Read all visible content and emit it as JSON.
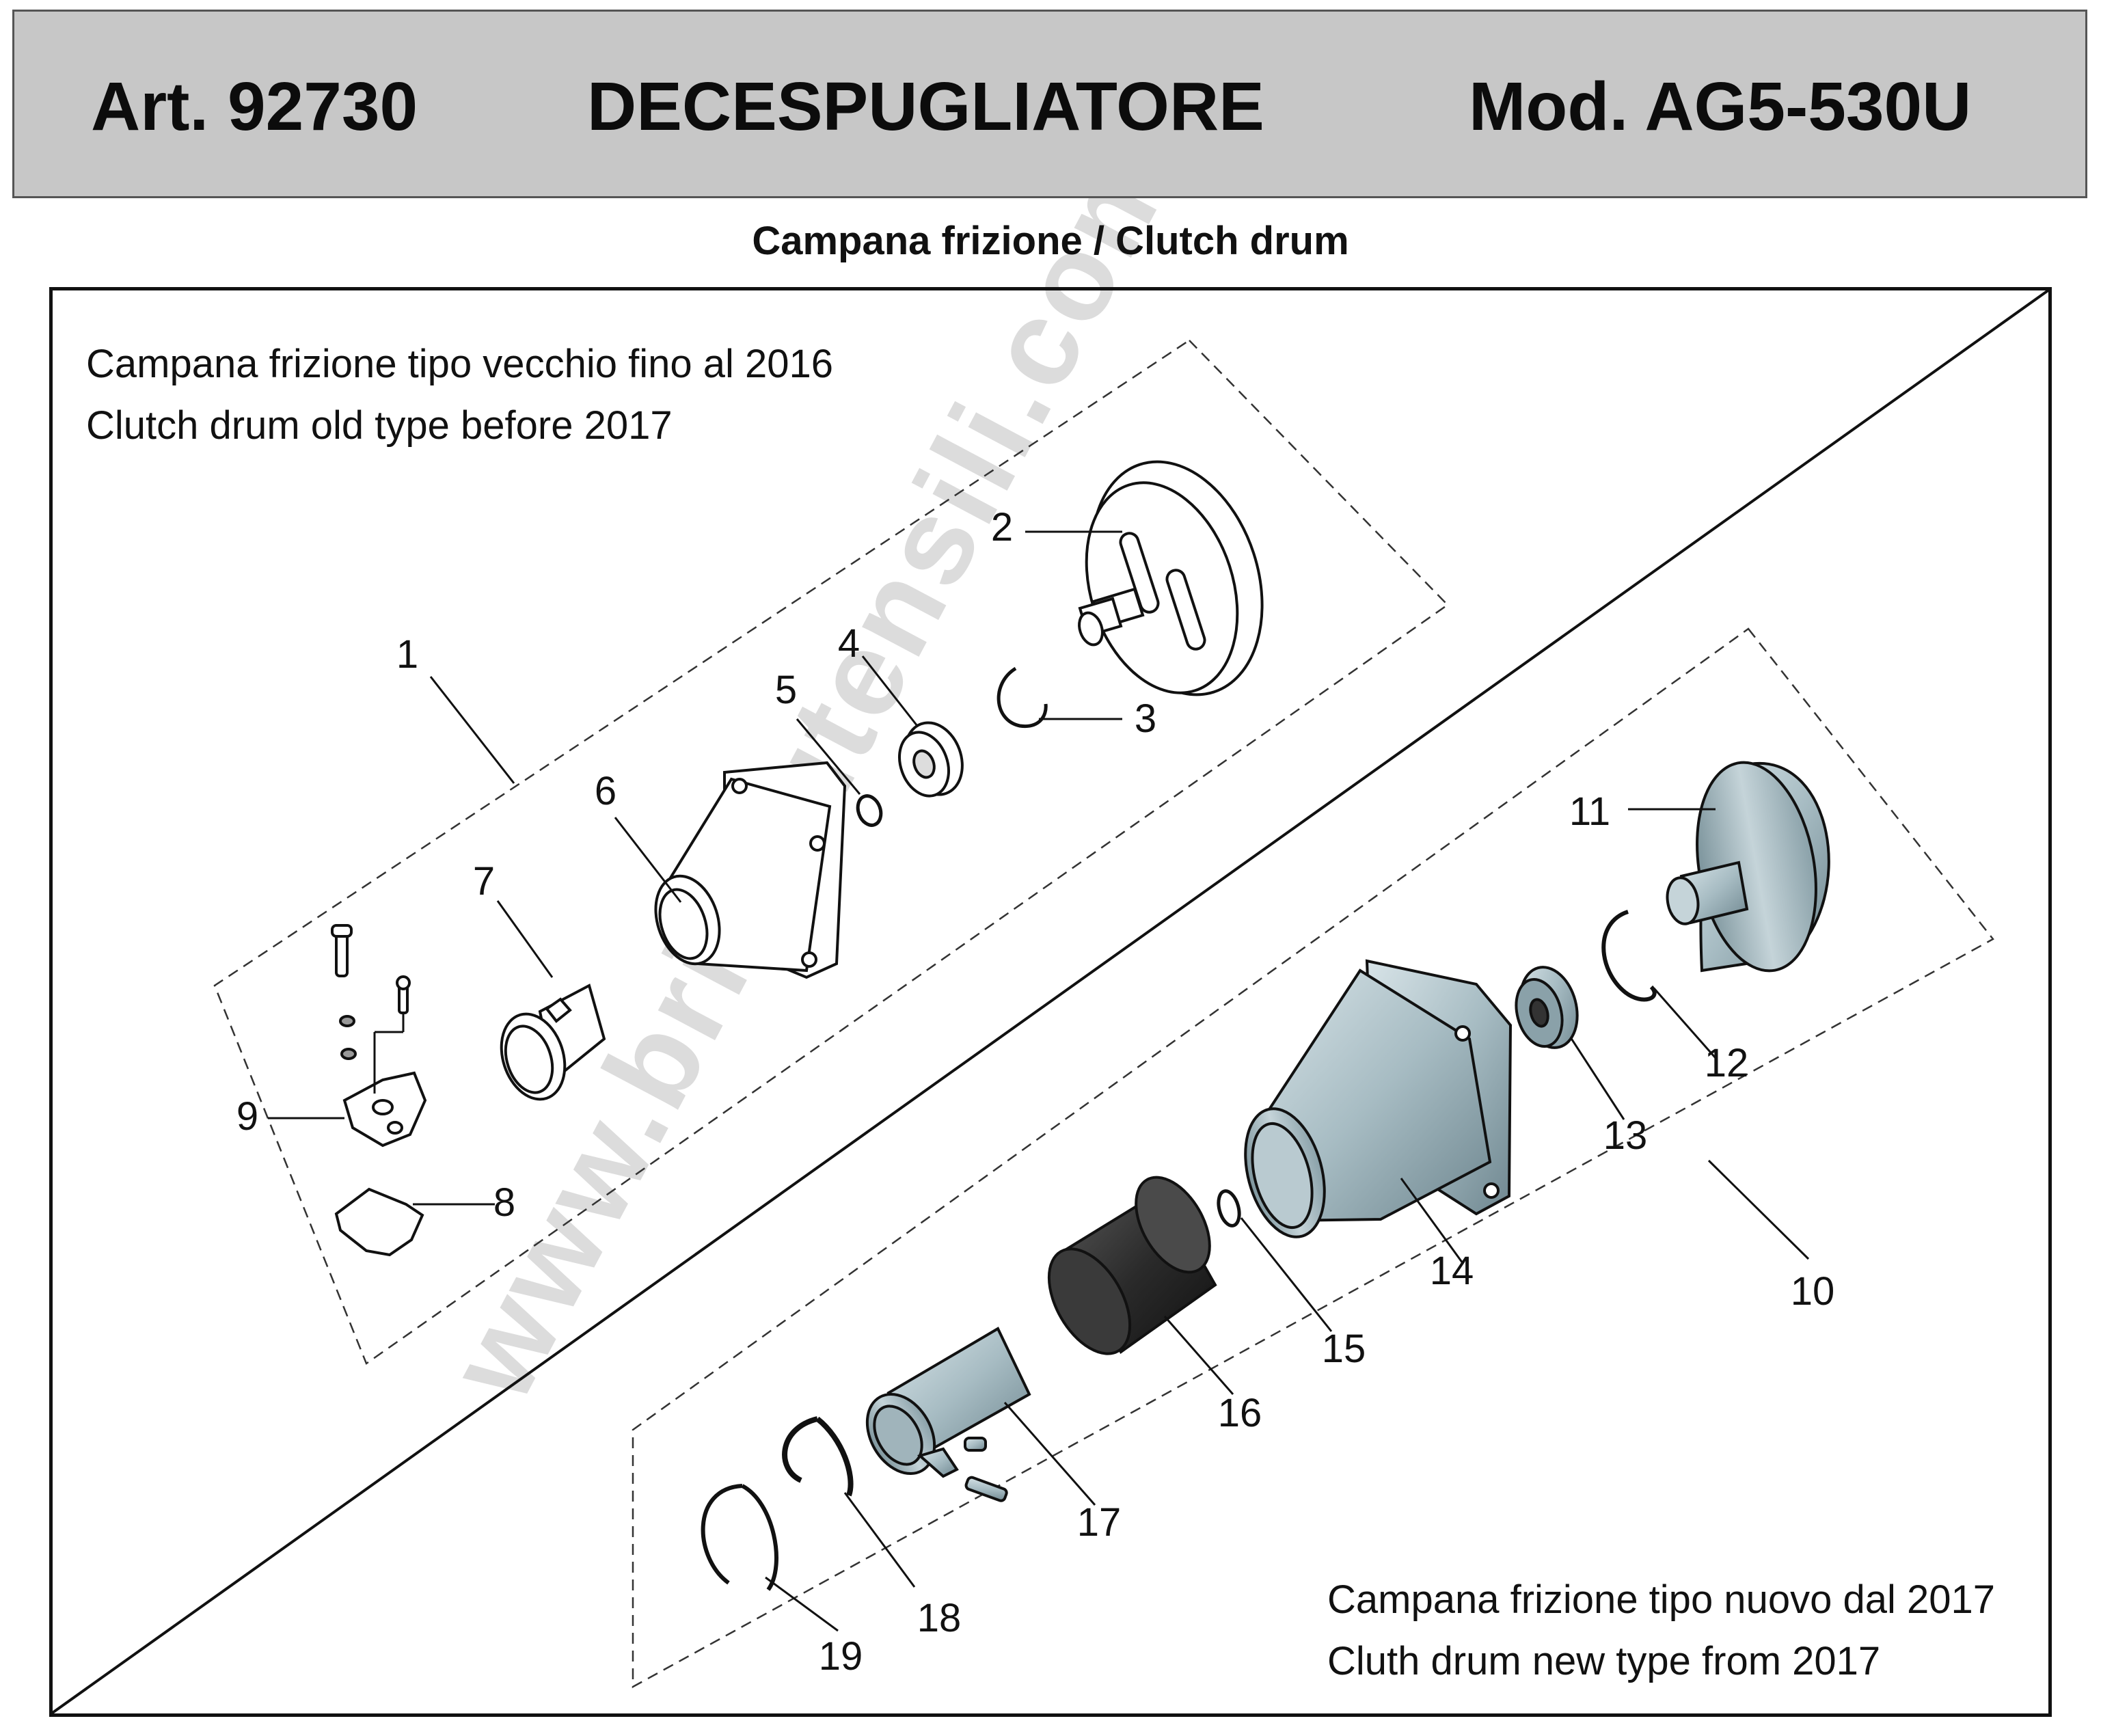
{
  "header": {
    "article": "Art. 92730",
    "product": "DECESPUGLIATORE",
    "model": "Mod. AG5-530U"
  },
  "subtitle": "Campana frizione / Clutch drum",
  "watermark": "www.bricoutensili.com",
  "old_type": {
    "line1": "Campana frizione tipo vecchio fino al 2016",
    "line2": "Clutch drum old type before 2017"
  },
  "new_type": {
    "line1": "Campana frizione tipo nuovo dal 2017",
    "line2": "Cluth drum new type from 2017"
  },
  "callouts": [
    "1",
    "2",
    "3",
    "4",
    "5",
    "6",
    "7",
    "8",
    "9",
    "10",
    "11",
    "12",
    "13",
    "14",
    "15",
    "16",
    "17",
    "18",
    "19"
  ],
  "colors": {
    "header_bg": "#c7c7c7",
    "part_fill_old": "#ffffff",
    "part_fill_new": "#a9bcc2",
    "line": "#111111",
    "watermark": "#dcdcdc"
  }
}
